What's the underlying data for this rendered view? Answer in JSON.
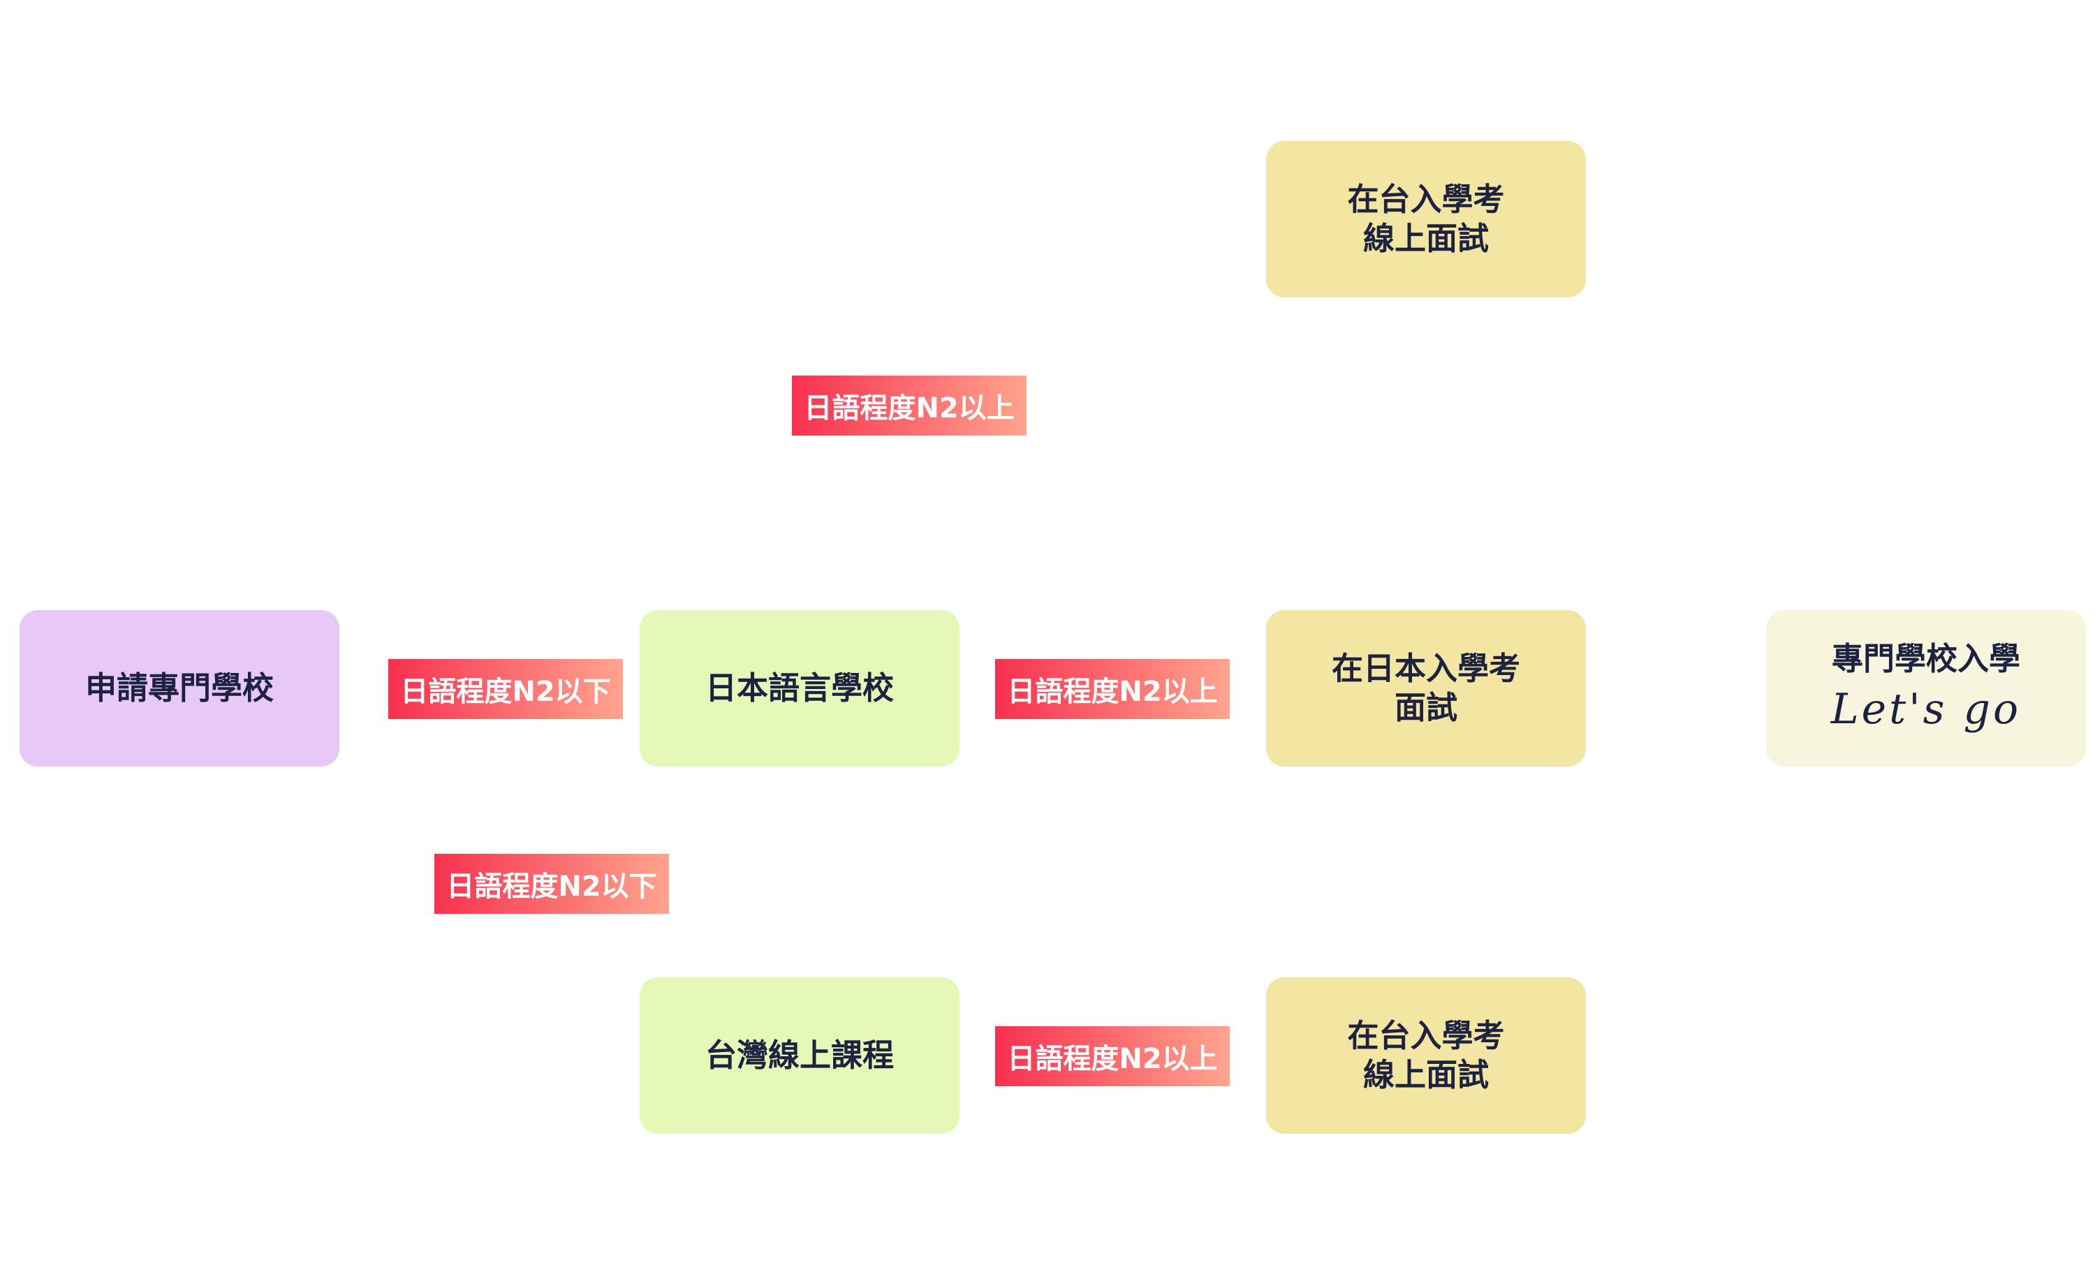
{
  "colors": {
    "purple": "#e8c8f7",
    "green": "#e5f8b8",
    "yellow": "#f3e6a2",
    "cream": "#f8f5de",
    "tag_start": "#f8304f",
    "tag_end": "#ffa48e",
    "text": "#1c2240"
  },
  "nodes": {
    "apply": {
      "text": "申請專門學校"
    },
    "language_school": {
      "text": "日本語言學校"
    },
    "online_course": {
      "text": "台灣線上課程"
    },
    "taiwan_exam_top": {
      "line1": "在台入學考",
      "line2": "線上面試"
    },
    "japan_exam": {
      "line1": "在日本入學考",
      "line2": "面試"
    },
    "taiwan_exam_bottom": {
      "line1": "在台入學考",
      "line2": "線上面試"
    },
    "enroll": {
      "line1": "專門學校入學",
      "line2": "Let's go"
    }
  },
  "tags": {
    "top_above": "日語程度N2以上",
    "apply_to_language": "日語程度N2以下",
    "language_to_japan": "日語程度N2以上",
    "apply_to_online": "日語程度N2以下",
    "online_to_taiwan": "日語程度N2以上"
  }
}
